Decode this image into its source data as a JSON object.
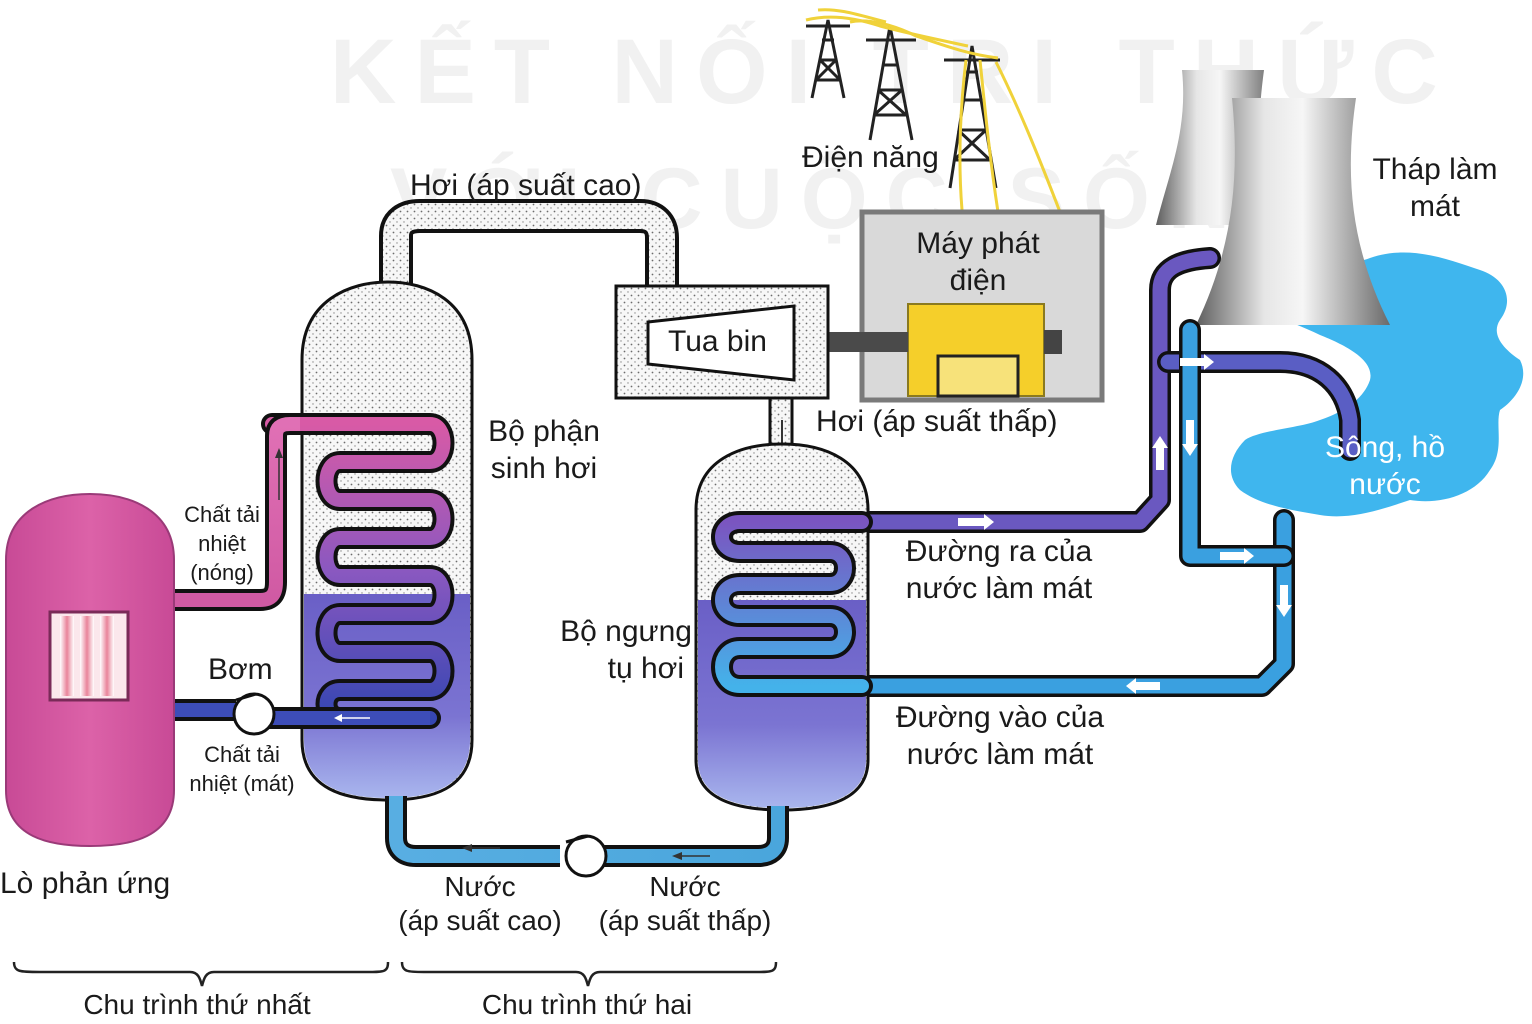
{
  "watermark": {
    "line1": "KẾT NỐI TRI THỨC",
    "line2": "VỚI CUỘC SỐNG"
  },
  "labels": {
    "electricity": "Điện năng",
    "steam_high": "Hơi (áp suất cao)",
    "generator": [
      "Máy phát",
      "điện"
    ],
    "turbine": "Tua bin",
    "cooling_tower": [
      "Tháp làm",
      "mát"
    ],
    "steam_generator": [
      "Bộ phận",
      "sinh hơi"
    ],
    "steam_low": "Hơi (áp suất thấp)",
    "river": [
      "Sông, hồ",
      "nước"
    ],
    "hot_coolant": [
      "Chất tải",
      "nhiệt",
      "(nóng)"
    ],
    "cooling_out": [
      "Đường ra của",
      "nước làm mát"
    ],
    "condenser": [
      "Bộ ngưng",
      "tụ hơi"
    ],
    "pump": "Bơm",
    "cooling_in": [
      "Đường vào của",
      "nước làm mát"
    ],
    "cold_coolant": [
      "Chất tải",
      "nhiệt (mát)"
    ],
    "reactor": "Lò phản ứng",
    "water_high": [
      "Nước",
      "(áp suất cao)"
    ],
    "water_low": [
      "Nước",
      "(áp suất thấp)"
    ],
    "cycle1": "Chu trình thứ nhất",
    "cycle2": "Chu trình thứ hai"
  },
  "colors": {
    "reactor": "#d45aa0",
    "hot_pipe": "#d860a8",
    "cold_pipe": "#3d4db8",
    "water_pipe": "#5aaee0",
    "cooling_out_pipe": "#6a58c0",
    "cooling_in_pipe": "#3aa0e0",
    "river": "#3fb6ee",
    "generator": "#f5cf2a",
    "power_line": "#f0d23a",
    "vessel_liquid": "#6a66c8"
  }
}
